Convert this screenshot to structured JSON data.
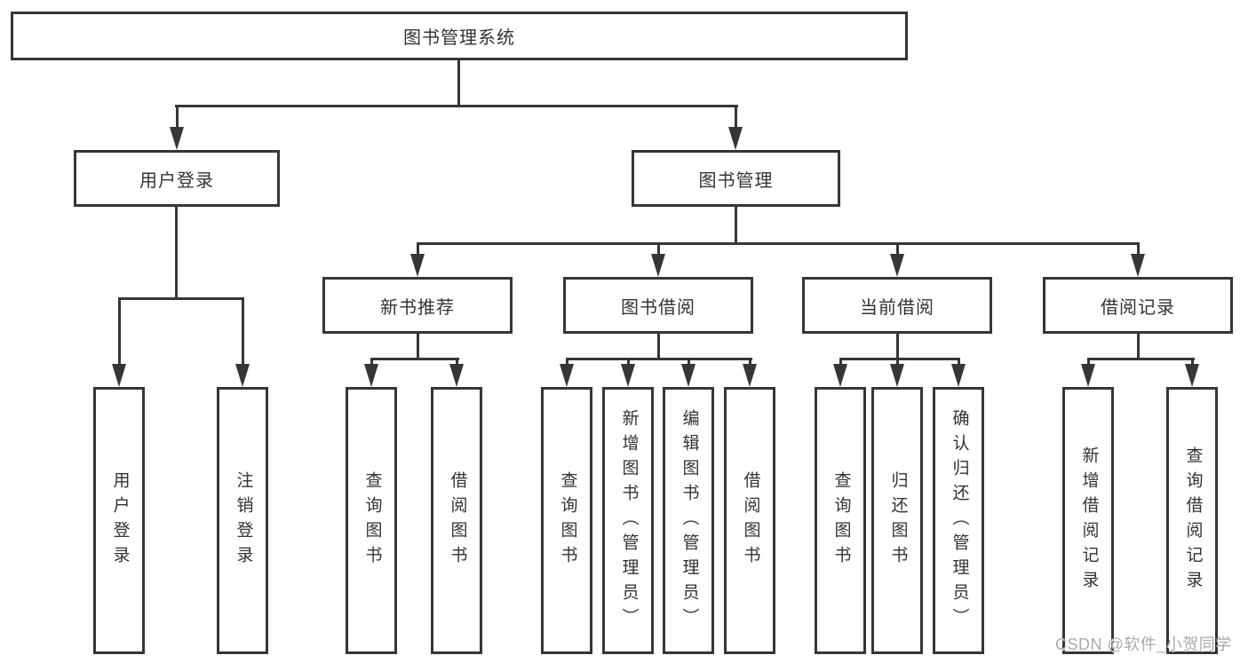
{
  "tree": {
    "root": "图书管理系统",
    "children": [
      {
        "label": "用户登录",
        "children": [
          {
            "label": "用户登录"
          },
          {
            "label": "注销登录"
          }
        ]
      },
      {
        "label": "图书管理",
        "children": [
          {
            "label": "新书推荐",
            "children": [
              {
                "label": "查询图书"
              },
              {
                "label": "借阅图书"
              }
            ]
          },
          {
            "label": "图书借阅",
            "children": [
              {
                "label": "查询图书"
              },
              {
                "label": "新增图书（管理员）"
              },
              {
                "label": "编辑图书（管理员）"
              },
              {
                "label": "借阅图书"
              }
            ]
          },
          {
            "label": "当前借阅",
            "children": [
              {
                "label": "查询图书"
              },
              {
                "label": "归还图书"
              },
              {
                "label": "确认归还（管理员）"
              }
            ]
          },
          {
            "label": "借阅记录",
            "children": [
              {
                "label": "新增借阅记录"
              },
              {
                "label": "查询借阅记录"
              }
            ]
          }
        ]
      }
    ]
  },
  "watermark": {
    "text": "CSDN @软件_小贺同学"
  },
  "colors": {
    "line": "#363636",
    "text": "#333333",
    "watermark": "#ababab",
    "background": "#ffffff"
  }
}
